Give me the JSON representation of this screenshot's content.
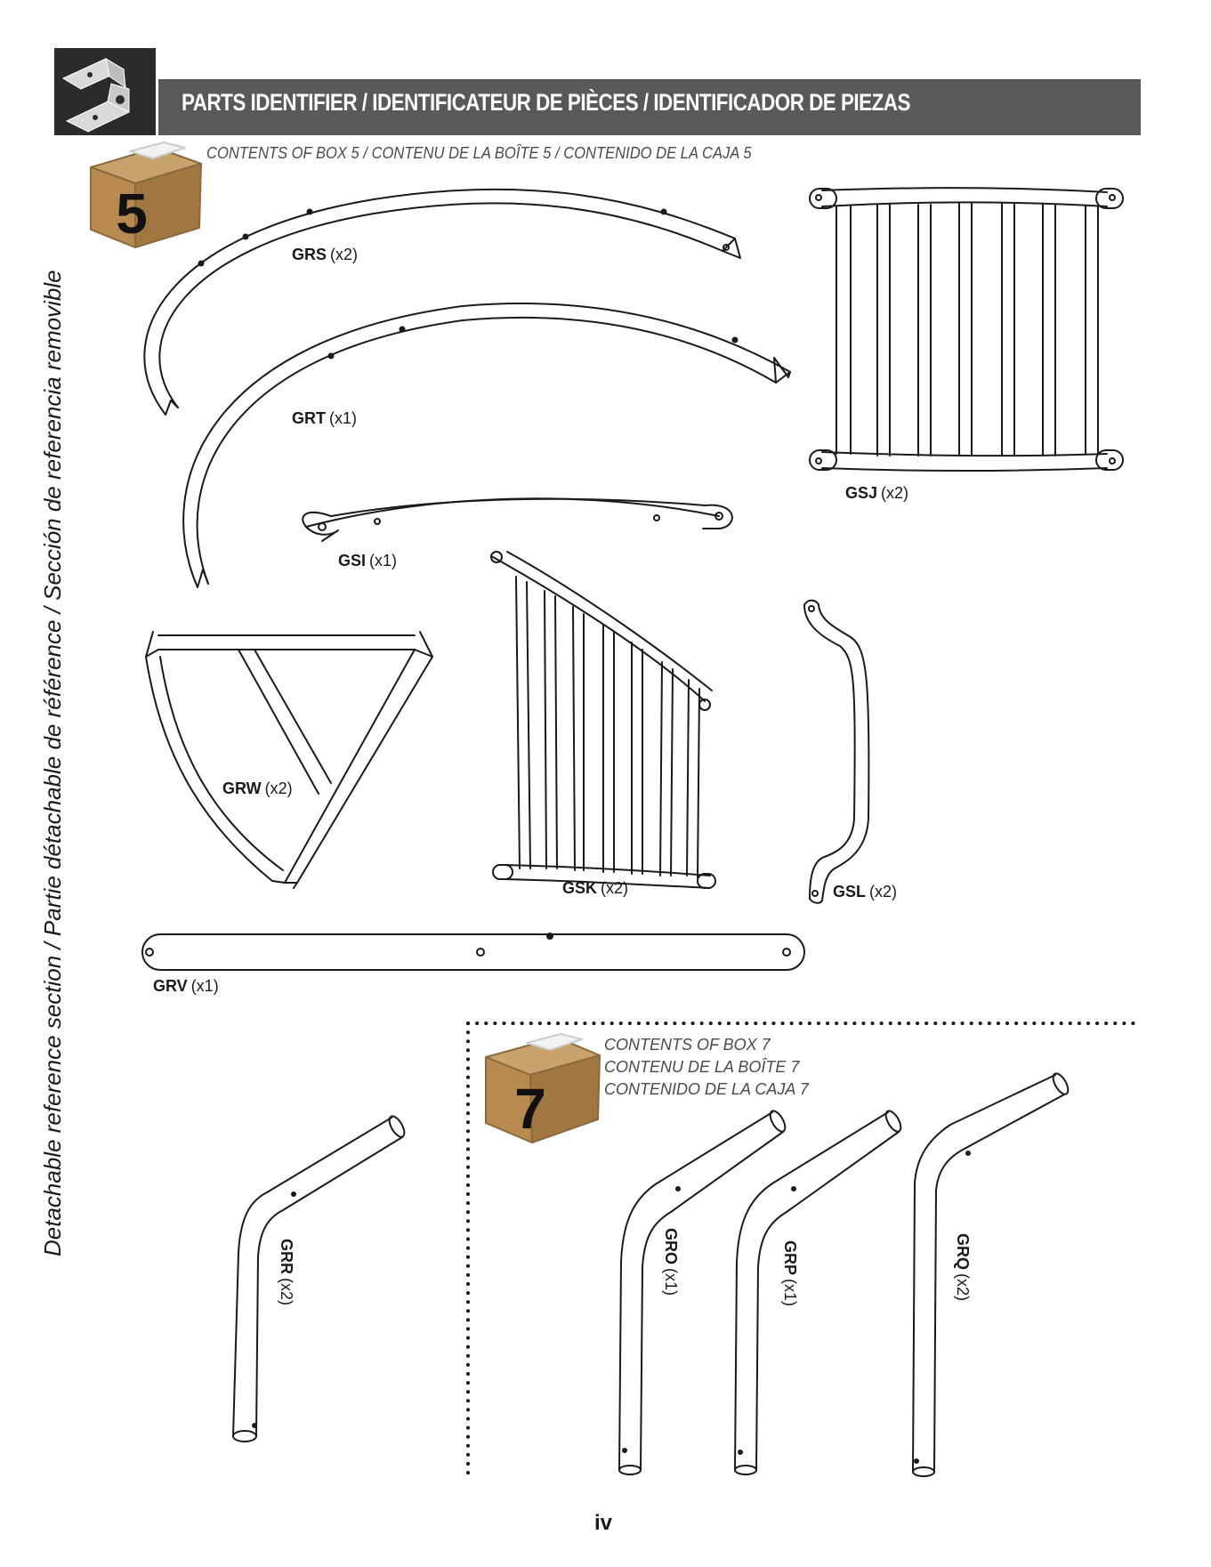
{
  "header": {
    "title": "PARTS IDENTIFIER / IDENTIFICATEUR DE PIÈCES / IDENTIFICADOR DE PIEZAS",
    "icon": "bracket-icon"
  },
  "box5": {
    "number": "5",
    "contents": "CONTENTS OF BOX 5 / CONTENU DE LA BOÎTE 5 / CONTENIDO DE LA CAJA 5",
    "parts": [
      {
        "code": "GRS",
        "qty": "(x2)"
      },
      {
        "code": "GRT",
        "qty": "(x1)"
      },
      {
        "code": "GSI",
        "qty": "(x1)"
      },
      {
        "code": "GSJ",
        "qty": "(x2)"
      },
      {
        "code": "GRW",
        "qty": "(x2)"
      },
      {
        "code": "GSK",
        "qty": "(x2)"
      },
      {
        "code": "GSL",
        "qty": "(x2)"
      },
      {
        "code": "GRV",
        "qty": "(x1)"
      }
    ]
  },
  "box7": {
    "number": "7",
    "contents_lines": [
      "CONTENTS OF BOX 7",
      "CONTENU DE LA BOÎTE 7",
      "CONTENIDO DE LA CAJA 7"
    ],
    "parts": [
      {
        "code": "GRR",
        "qty": "(x2)"
      },
      {
        "code": "GRO",
        "qty": "(x1)"
      },
      {
        "code": "GRP",
        "qty": "(x1)"
      },
      {
        "code": "GRQ",
        "qty": "(x2)"
      }
    ]
  },
  "side_text": "Detachable reference section / Partie détachable de référence / Sección de referencia removible",
  "page_number": "iv"
}
